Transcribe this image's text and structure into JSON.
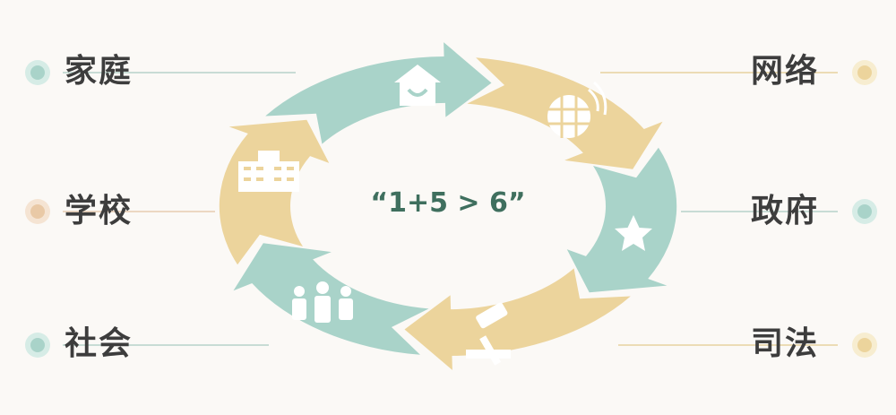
{
  "center": {
    "text": "“1+5 > 6”"
  },
  "nodes": [
    {
      "label": "家庭",
      "icon": "house-icon",
      "color": "#a9d3c9"
    },
    {
      "label": "网络",
      "icon": "globe-icon",
      "color": "#ecd49c"
    },
    {
      "label": "政府",
      "icon": "star-icon",
      "color": "#a9d3c9"
    },
    {
      "label": "司法",
      "icon": "gavel-icon",
      "color": "#ecd49c"
    },
    {
      "label": "社会",
      "icon": "people-icon",
      "color": "#a9d3c9"
    },
    {
      "label": "学校",
      "icon": "school-icon",
      "color": "#ecd49c"
    }
  ],
  "colors": {
    "teal": "#a9d3c9",
    "gold": "#ecd49c",
    "text": "#3d3d3d",
    "center_text": "#3f6f5e"
  }
}
